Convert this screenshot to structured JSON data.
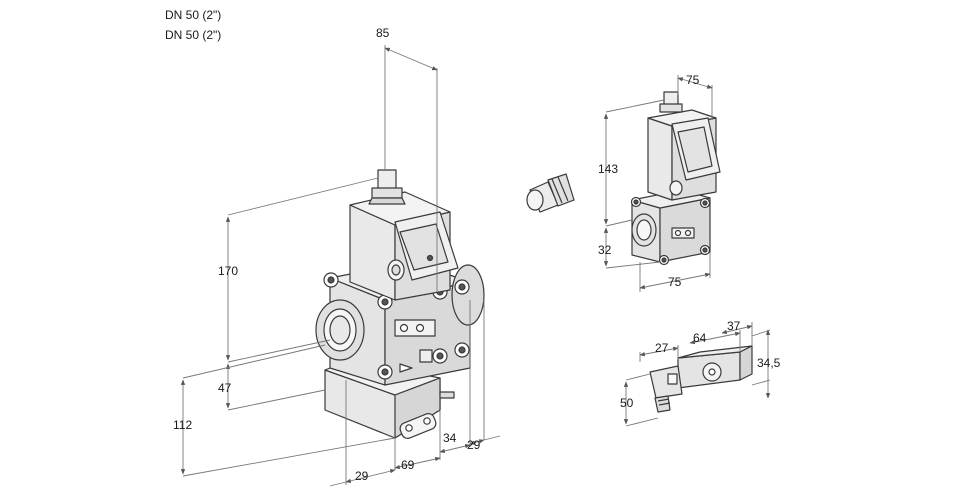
{
  "header": {
    "line1": "DN 50 (2\")",
    "line2": "DN 50 (2\")"
  },
  "dimensions": {
    "main_valve": {
      "top_width": "85",
      "height_upper": "170",
      "height_middle": "47",
      "height_total": "112",
      "side_34": "34",
      "side_29_right": "29",
      "bottom_69": "69",
      "bottom_29": "29"
    },
    "side_view": {
      "width_top": "75",
      "height_upper": "143",
      "height_lower": "32",
      "width_bottom": "75"
    },
    "connector": {
      "d27": "27",
      "d64": "64",
      "d37": "37",
      "d34_5": "34,5",
      "d50": "50"
    }
  },
  "colors": {
    "background": "#ffffff",
    "outline": "#3a3a3a",
    "body_fill": "#e6e6e6",
    "dimension_line": "#777777"
  }
}
